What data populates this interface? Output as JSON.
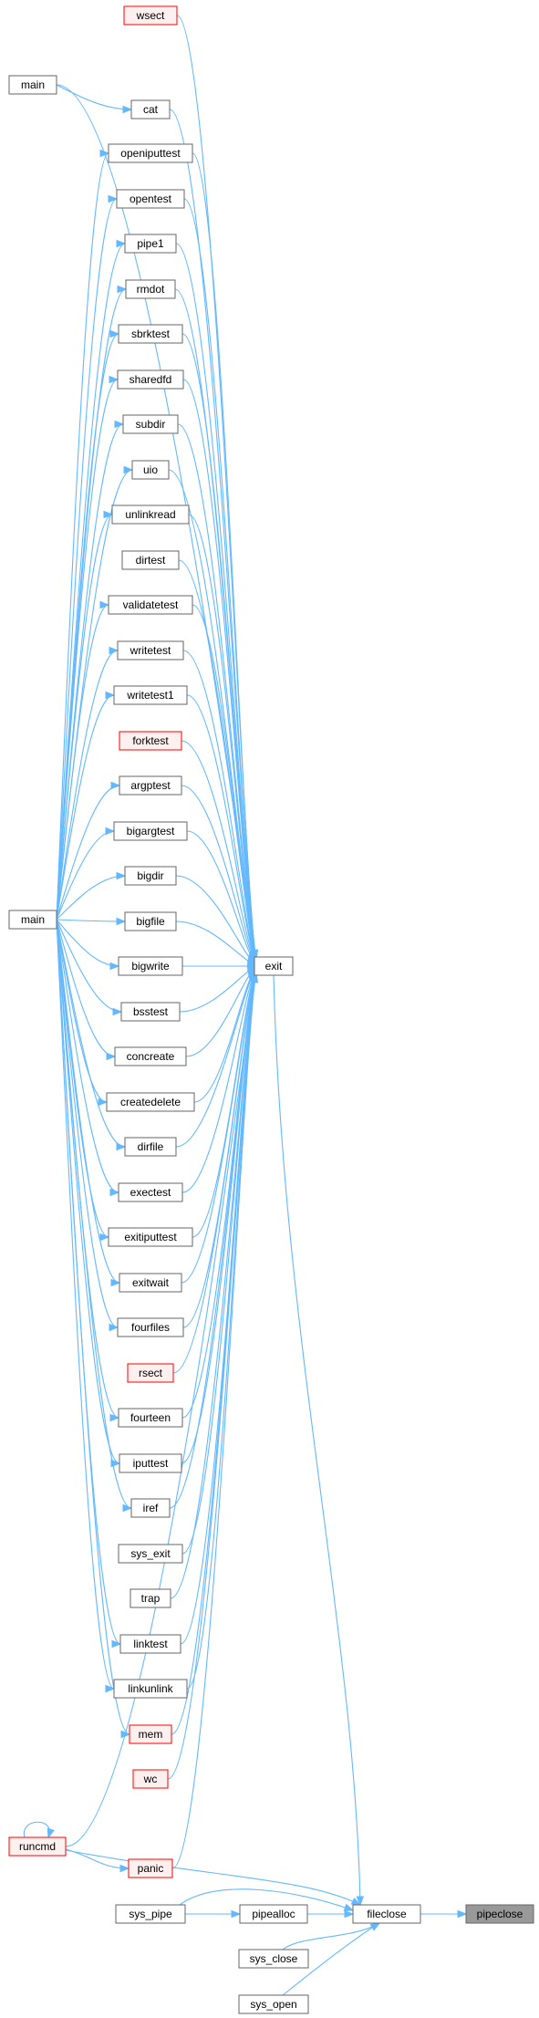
{
  "nodes": [
    {
      "id": "wsect",
      "label": "wsect",
      "style": "red"
    },
    {
      "id": "main_top",
      "label": "main",
      "style": "normal"
    },
    {
      "id": "cat",
      "label": "cat",
      "style": "normal"
    },
    {
      "id": "openiputtest",
      "label": "openiputtest",
      "style": "normal"
    },
    {
      "id": "opentest",
      "label": "opentest",
      "style": "normal"
    },
    {
      "id": "pipe1",
      "label": "pipe1",
      "style": "normal"
    },
    {
      "id": "rmdot",
      "label": "rmdot",
      "style": "normal"
    },
    {
      "id": "sbrktest",
      "label": "sbrktest",
      "style": "normal"
    },
    {
      "id": "sharedfd",
      "label": "sharedfd",
      "style": "normal"
    },
    {
      "id": "subdir",
      "label": "subdir",
      "style": "normal"
    },
    {
      "id": "uio",
      "label": "uio",
      "style": "normal"
    },
    {
      "id": "unlinkread",
      "label": "unlinkread",
      "style": "normal"
    },
    {
      "id": "dirtest",
      "label": "dirtest",
      "style": "normal"
    },
    {
      "id": "validatetest",
      "label": "validatetest",
      "style": "normal"
    },
    {
      "id": "writetest",
      "label": "writetest",
      "style": "normal"
    },
    {
      "id": "writetest1",
      "label": "writetest1",
      "style": "normal"
    },
    {
      "id": "forktest",
      "label": "forktest",
      "style": "red"
    },
    {
      "id": "argptest",
      "label": "argptest",
      "style": "normal"
    },
    {
      "id": "bigargtest",
      "label": "bigargtest",
      "style": "normal"
    },
    {
      "id": "bigdir",
      "label": "bigdir",
      "style": "normal"
    },
    {
      "id": "main_mid",
      "label": "main",
      "style": "normal"
    },
    {
      "id": "bigfile",
      "label": "bigfile",
      "style": "normal"
    },
    {
      "id": "bigwrite",
      "label": "bigwrite",
      "style": "normal"
    },
    {
      "id": "exit",
      "label": "exit",
      "style": "normal"
    },
    {
      "id": "bsstest",
      "label": "bsstest",
      "style": "normal"
    },
    {
      "id": "concreate",
      "label": "concreate",
      "style": "normal"
    },
    {
      "id": "createdelete",
      "label": "createdelete",
      "style": "normal"
    },
    {
      "id": "dirfile",
      "label": "dirfile",
      "style": "normal"
    },
    {
      "id": "exectest",
      "label": "exectest",
      "style": "normal"
    },
    {
      "id": "exitiputtest",
      "label": "exitiputtest",
      "style": "normal"
    },
    {
      "id": "exitwait",
      "label": "exitwait",
      "style": "normal"
    },
    {
      "id": "fourfiles",
      "label": "fourfiles",
      "style": "normal"
    },
    {
      "id": "rsect",
      "label": "rsect",
      "style": "red"
    },
    {
      "id": "fourteen",
      "label": "fourteen",
      "style": "normal"
    },
    {
      "id": "iputtest",
      "label": "iputtest",
      "style": "normal"
    },
    {
      "id": "iref",
      "label": "iref",
      "style": "normal"
    },
    {
      "id": "sys_exit",
      "label": "sys_exit",
      "style": "normal"
    },
    {
      "id": "trap",
      "label": "trap",
      "style": "normal"
    },
    {
      "id": "linktest",
      "label": "linktest",
      "style": "normal"
    },
    {
      "id": "linkunlink",
      "label": "linkunlink",
      "style": "normal"
    },
    {
      "id": "mem",
      "label": "mem",
      "style": "red"
    },
    {
      "id": "wc",
      "label": "wc",
      "style": "red"
    },
    {
      "id": "runcmd",
      "label": "runcmd",
      "style": "red"
    },
    {
      "id": "panic",
      "label": "panic",
      "style": "red"
    },
    {
      "id": "sys_pipe",
      "label": "sys_pipe",
      "style": "normal"
    },
    {
      "id": "pipealloc",
      "label": "pipealloc",
      "style": "normal"
    },
    {
      "id": "fileclose",
      "label": "fileclose",
      "style": "normal"
    },
    {
      "id": "pipeclose",
      "label": "pipeclose",
      "style": "root"
    },
    {
      "id": "sys_close",
      "label": "sys_close",
      "style": "normal"
    },
    {
      "id": "sys_open",
      "label": "sys_open",
      "style": "normal"
    }
  ],
  "edges": [
    [
      "main_top",
      "cat"
    ],
    [
      "main_mid",
      "openiputtest"
    ],
    [
      "main_mid",
      "opentest"
    ],
    [
      "main_mid",
      "pipe1"
    ],
    [
      "main_mid",
      "rmdot"
    ],
    [
      "main_mid",
      "sbrktest"
    ],
    [
      "main_mid",
      "sharedfd"
    ],
    [
      "main_mid",
      "subdir"
    ],
    [
      "main_mid",
      "uio"
    ],
    [
      "main_mid",
      "unlinkread"
    ],
    [
      "main_mid",
      "validatetest"
    ],
    [
      "main_mid",
      "writetest"
    ],
    [
      "main_mid",
      "writetest1"
    ],
    [
      "main_mid",
      "argptest"
    ],
    [
      "main_mid",
      "bigargtest"
    ],
    [
      "main_mid",
      "bigdir"
    ],
    [
      "main_mid",
      "bigfile"
    ],
    [
      "main_mid",
      "bigwrite"
    ],
    [
      "main_mid",
      "bsstest"
    ],
    [
      "main_mid",
      "concreate"
    ],
    [
      "main_mid",
      "createdelete"
    ],
    [
      "main_mid",
      "dirfile"
    ],
    [
      "main_mid",
      "exectest"
    ],
    [
      "main_mid",
      "exitiputtest"
    ],
    [
      "main_mid",
      "exitwait"
    ],
    [
      "main_mid",
      "fourfiles"
    ],
    [
      "main_mid",
      "fourteen"
    ],
    [
      "main_mid",
      "iputtest"
    ],
    [
      "main_mid",
      "iref"
    ],
    [
      "main_mid",
      "linktest"
    ],
    [
      "main_mid",
      "linkunlink"
    ],
    [
      "main_mid",
      "mem"
    ],
    [
      "main_top",
      "exit"
    ],
    [
      "wsect",
      "exit"
    ],
    [
      "cat",
      "exit"
    ],
    [
      "openiputtest",
      "exit"
    ],
    [
      "opentest",
      "exit"
    ],
    [
      "pipe1",
      "exit"
    ],
    [
      "rmdot",
      "exit"
    ],
    [
      "sbrktest",
      "exit"
    ],
    [
      "sharedfd",
      "exit"
    ],
    [
      "subdir",
      "exit"
    ],
    [
      "uio",
      "exit"
    ],
    [
      "unlinkread",
      "exit"
    ],
    [
      "dirtest",
      "exit"
    ],
    [
      "validatetest",
      "exit"
    ],
    [
      "writetest",
      "exit"
    ],
    [
      "writetest1",
      "exit"
    ],
    [
      "forktest",
      "exit"
    ],
    [
      "argptest",
      "exit"
    ],
    [
      "bigargtest",
      "exit"
    ],
    [
      "bigdir",
      "exit"
    ],
    [
      "bigfile",
      "exit"
    ],
    [
      "bigwrite",
      "exit"
    ],
    [
      "bsstest",
      "exit"
    ],
    [
      "concreate",
      "exit"
    ],
    [
      "createdelete",
      "exit"
    ],
    [
      "dirfile",
      "exit"
    ],
    [
      "exectest",
      "exit"
    ],
    [
      "exitiputtest",
      "exit"
    ],
    [
      "exitwait",
      "exit"
    ],
    [
      "fourfiles",
      "exit"
    ],
    [
      "rsect",
      "exit"
    ],
    [
      "fourteen",
      "exit"
    ],
    [
      "iputtest",
      "exit"
    ],
    [
      "iref",
      "exit"
    ],
    [
      "sys_exit",
      "exit"
    ],
    [
      "trap",
      "exit"
    ],
    [
      "linktest",
      "exit"
    ],
    [
      "linkunlink",
      "exit"
    ],
    [
      "mem",
      "exit"
    ],
    [
      "wc",
      "exit"
    ],
    [
      "runcmd",
      "exit"
    ],
    [
      "panic",
      "exit"
    ],
    [
      "runcmd",
      "runcmd"
    ],
    [
      "runcmd",
      "panic"
    ],
    [
      "exit",
      "fileclose"
    ],
    [
      "runcmd",
      "fileclose"
    ],
    [
      "sys_pipe",
      "fileclose"
    ],
    [
      "sys_pipe",
      "pipealloc"
    ],
    [
      "pipealloc",
      "fileclose"
    ],
    [
      "sys_close",
      "fileclose"
    ],
    [
      "sys_open",
      "fileclose"
    ],
    [
      "fileclose",
      "pipeclose"
    ]
  ],
  "colors": {
    "edge": "#63b8ff",
    "node_border": "#666666",
    "node_border_highlight": "#ff0000",
    "root_fill": "#999999"
  }
}
